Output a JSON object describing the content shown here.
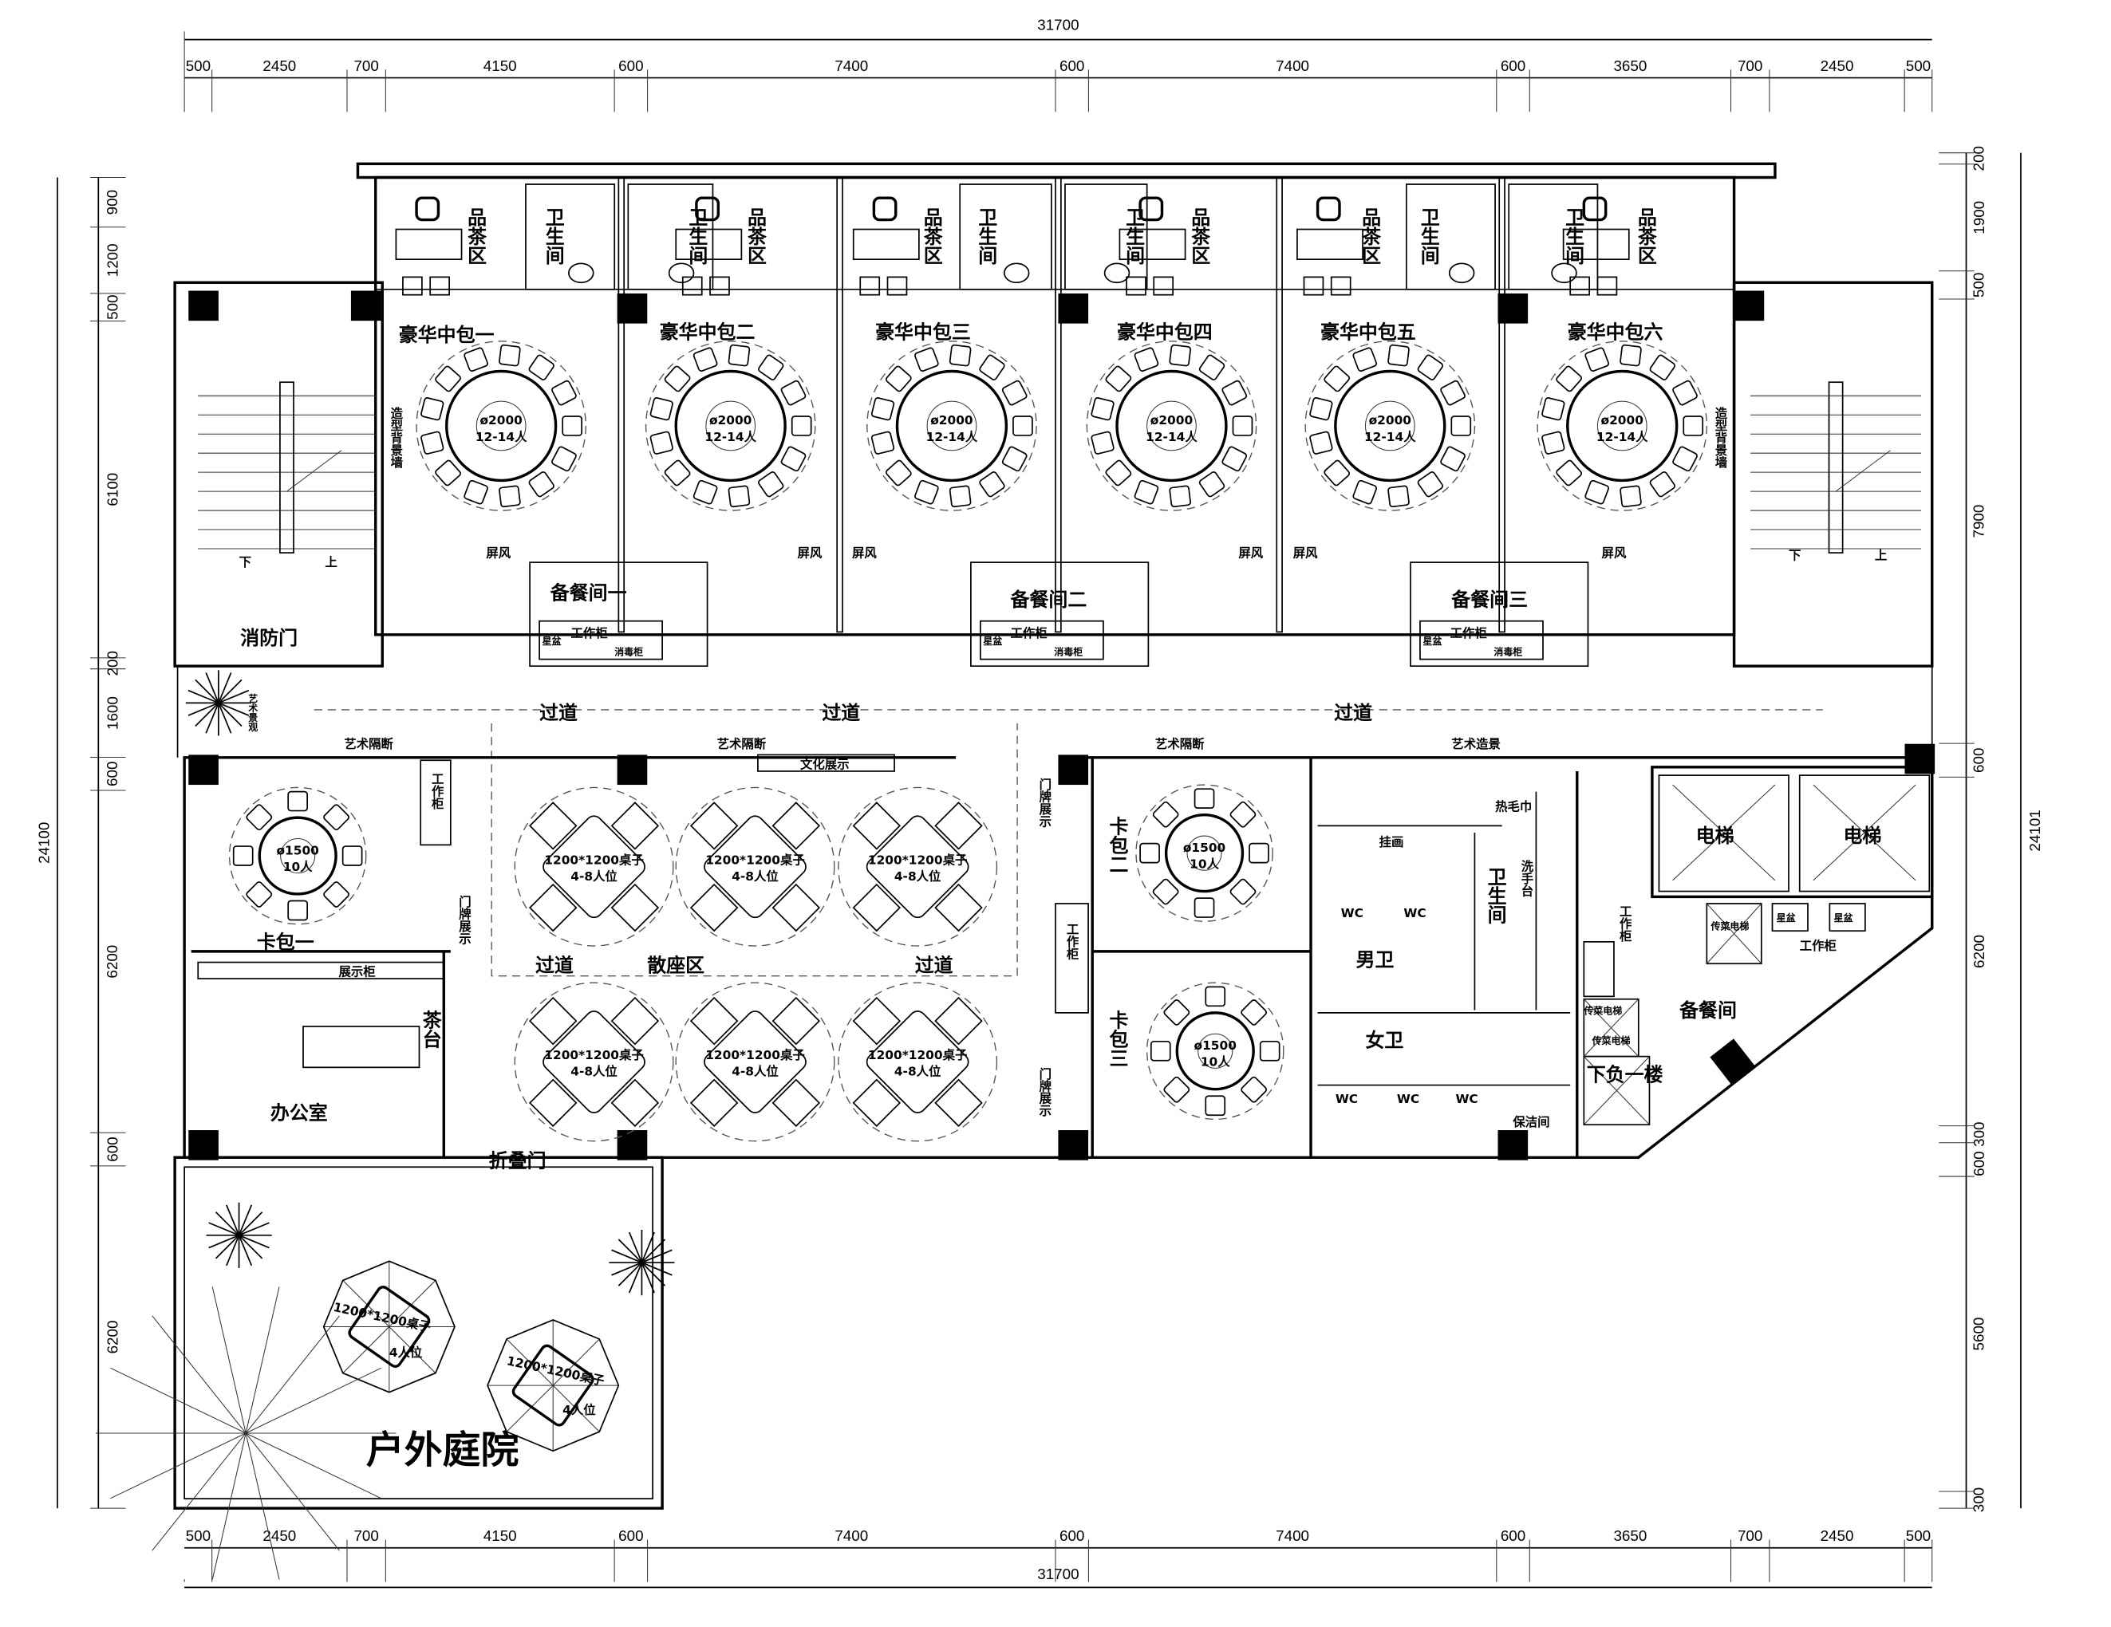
{
  "dimensions": {
    "top": {
      "total": "31700",
      "segments": [
        500,
        2450,
        700,
        4150,
        600,
        7400,
        600,
        7400,
        600,
        3650,
        700,
        2450,
        500
      ]
    },
    "bottom": {
      "total": "31700",
      "segments": [
        500,
        2450,
        700,
        4150,
        600,
        7400,
        600,
        7400,
        600,
        3650,
        700,
        2450,
        500
      ]
    },
    "left": {
      "total": "24100",
      "segments": [
        900,
        1200,
        500,
        6100,
        200,
        1600,
        600,
        6200,
        600,
        6200
      ]
    },
    "right": {
      "total": "24101",
      "segments": [
        200,
        1900,
        500,
        7900,
        600,
        6200,
        300,
        600,
        5600,
        300
      ]
    }
  },
  "private_rooms": {
    "names": [
      "豪华中包一",
      "豪华中包二",
      "豪华中包三",
      "豪华中包四",
      "豪华中包五",
      "豪华中包六"
    ],
    "tea_area": "品茶区",
    "restroom": "卫生间",
    "table_size": "ø2000",
    "table_seats": "12-14人",
    "feature_wall": "造型背景墙",
    "screen": "屏风"
  },
  "pantries": {
    "names": [
      "备餐间一",
      "备餐间二",
      "备餐间三"
    ],
    "cabinet": "工作柜",
    "sterilizer": "消毒柜",
    "sink": "星盆"
  },
  "stair": {
    "fire_door": "消防门",
    "down": "下",
    "up": "上"
  },
  "corridor": {
    "label": "过道",
    "art_landscape": "艺术景观",
    "art_partition": "艺术隔断",
    "culture_display": "文化展示"
  },
  "booths": {
    "names": [
      "卡包一",
      "卡包二",
      "卡包三"
    ],
    "table_size": "ø1500",
    "table_seats": "10人",
    "sign_display": "门牌展示",
    "cabinet": "工作柜"
  },
  "office": {
    "name": "办公室",
    "display_cabinet": "展示柜",
    "tea_table": "茶台"
  },
  "dining_hall": {
    "name": "散座区",
    "table_size": "1200*1200桌子",
    "table_seats": "4-8人位"
  },
  "courtyard": {
    "name": "户外庭院",
    "folding_door": "折叠门",
    "table_size": "1200*1200桌子",
    "table_seats": "4人位"
  },
  "restrooms": {
    "art_scene": "艺术造景",
    "hot_towel": "热毛巾",
    "painting": "挂画",
    "wc": "WC",
    "men": "男卫",
    "women": "女卫",
    "restroom": "卫生间",
    "wash_basin": "洗手台",
    "janitor": "保洁间"
  },
  "service": {
    "elevator": "电梯",
    "dumbwaiter": "传菜电梯",
    "sink": "星盆",
    "cabinet": "工作柜",
    "to_b1": "下负一楼",
    "pantry": "备餐间"
  }
}
